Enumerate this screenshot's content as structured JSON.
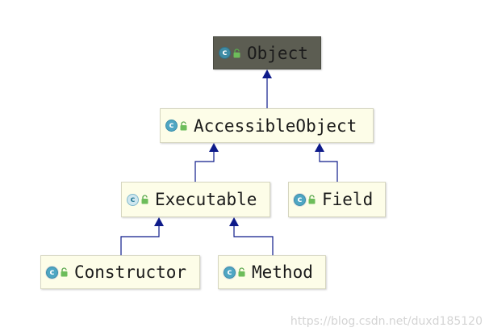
{
  "diagram": {
    "nodes": [
      {
        "id": "object",
        "label": "Object",
        "icon": "class-icon",
        "selected": true
      },
      {
        "id": "accessible",
        "label": "AccessibleObject",
        "icon": "class-icon",
        "selected": false
      },
      {
        "id": "executable",
        "label": "Executable",
        "icon": "abstract-class-icon",
        "selected": false
      },
      {
        "id": "field",
        "label": "Field",
        "icon": "final-class-icon",
        "selected": false
      },
      {
        "id": "constructor",
        "label": "Constructor",
        "icon": "final-class-icon",
        "selected": false
      },
      {
        "id": "method",
        "label": "Method",
        "icon": "final-class-icon",
        "selected": false
      }
    ],
    "edges": [
      {
        "from": "accessible",
        "to": "object"
      },
      {
        "from": "executable",
        "to": "accessible"
      },
      {
        "from": "field",
        "to": "accessible"
      },
      {
        "from": "constructor",
        "to": "executable"
      },
      {
        "from": "method",
        "to": "executable"
      }
    ],
    "colors": {
      "node_fill": "#fdfde8",
      "selected_fill": "#5c5d52",
      "edge": "#0e1b8a",
      "class_icon": "#4fa6c3"
    }
  },
  "class_icon_letter": "c",
  "watermark": "https://blog.csdn.net/duxd185120"
}
